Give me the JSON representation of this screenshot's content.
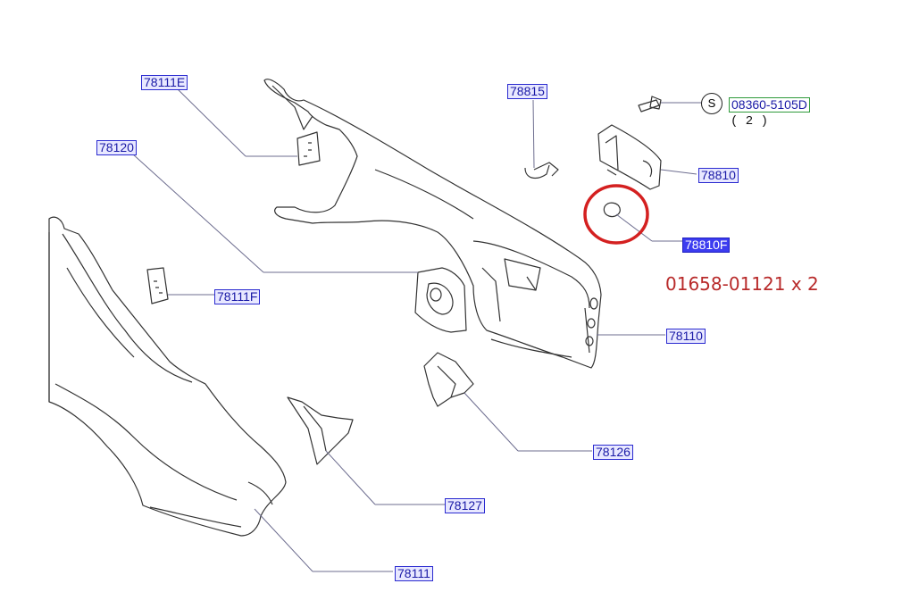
{
  "diagram": {
    "labels": {
      "p78111E": "78111E",
      "p78120": "78120",
      "p78815": "78815",
      "p08360": "08360-5105D",
      "qty08360": "( 2 )",
      "p78810": "78810",
      "p78810F": "78810F",
      "p78111F": "78111F",
      "p78110": "78110",
      "p78126": "78126",
      "p78127": "78127",
      "p78111": "78111"
    },
    "symbol_s": "S",
    "annotation": "01658-01121 x 2",
    "colors": {
      "label_text": "#1a1aa6",
      "selected_bg": "#3c3cf0",
      "annotation": "#b82a2a",
      "highlight_circle": "#d42020"
    }
  }
}
